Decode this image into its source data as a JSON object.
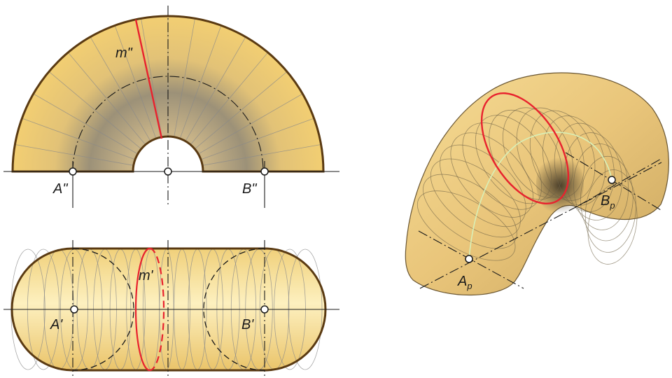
{
  "labels": {
    "a_front": "A\"",
    "b_front": "B\"",
    "m_front": "m\"",
    "a_top": "A'",
    "b_top": "B'",
    "m_top": "m'",
    "a_persp": "A",
    "a_persp_sub": "p",
    "b_persp": "B",
    "b_persp_sub": "p"
  },
  "colors": {
    "surface_light": "#fbe7a6",
    "surface_mid": "#f0c96a",
    "surface_dark": "#8d826c",
    "outline": "#5a3a12",
    "highlight_curve": "#e8222e",
    "axis": "#1a1a1a",
    "path_curve": "#d8f0b8"
  }
}
